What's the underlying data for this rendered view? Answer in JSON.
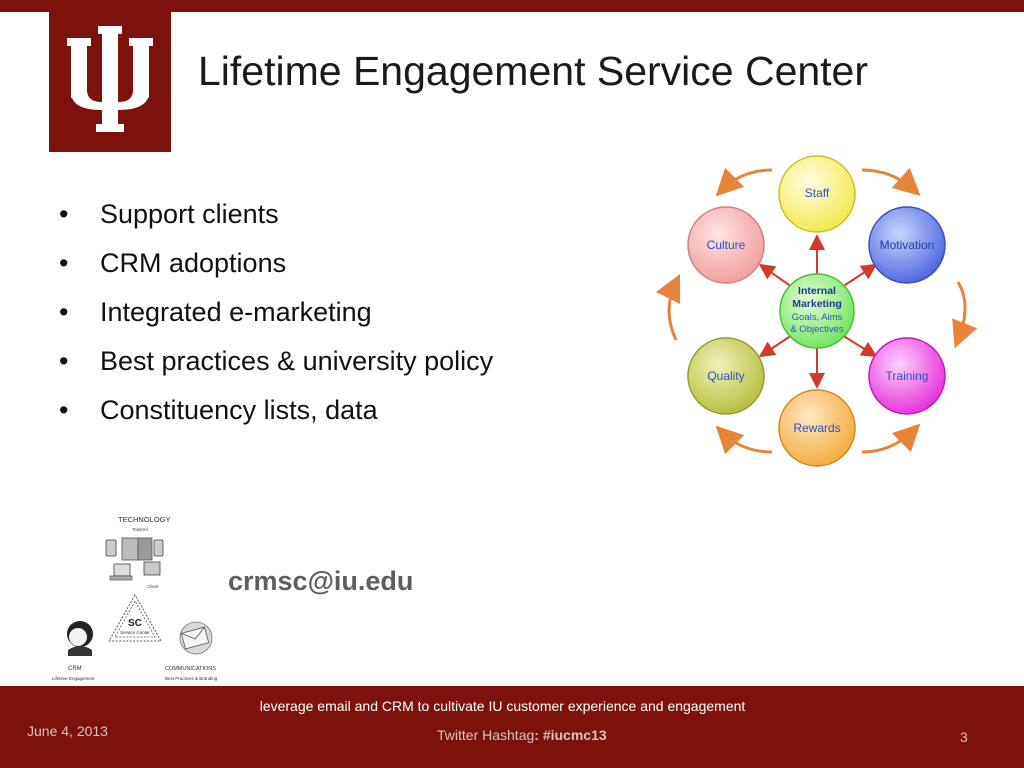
{
  "slide": {
    "title": "Lifetime Engagement Service Center",
    "bullets": [
      "Support clients",
      "CRM adoptions",
      "Integrated e-marketing",
      "Best practices & university policy",
      "Constituency lists, data"
    ],
    "email": "crmsc@iu.edu"
  },
  "marketing_diagram": {
    "center": [
      "Internal",
      "Marketing",
      "Goals, Aims",
      "& Objectives"
    ],
    "nodes": {
      "staff": "Staff",
      "motivation": "Motivation",
      "training": "Training",
      "rewards": "Rewards",
      "quality": "Quality",
      "culture": "Culture"
    }
  },
  "service_diagram": {
    "technology": "TECHNOLOGY",
    "technology_sub": "Tailored",
    "client": "Client",
    "center_abbr": "SC",
    "center_label": "Service Center",
    "crm": "CRM",
    "crm_sub": "Lifetime Engagement",
    "communications": "COMMUNICATIONS",
    "communications_sub": "Best Practices & Branding"
  },
  "footer": {
    "tagline": "leverage email and CRM to cultivate  IU customer experience and engagement",
    "date": "June 4, 2013",
    "hashtag_label": "Twitter Hashtag",
    "hashtag_value": ": #iucmc13",
    "page_number": "3"
  },
  "colors": {
    "brand_crimson": "#7d110c",
    "arrow_orange": "#e8843a",
    "arrow_red": "#d23a2c"
  }
}
